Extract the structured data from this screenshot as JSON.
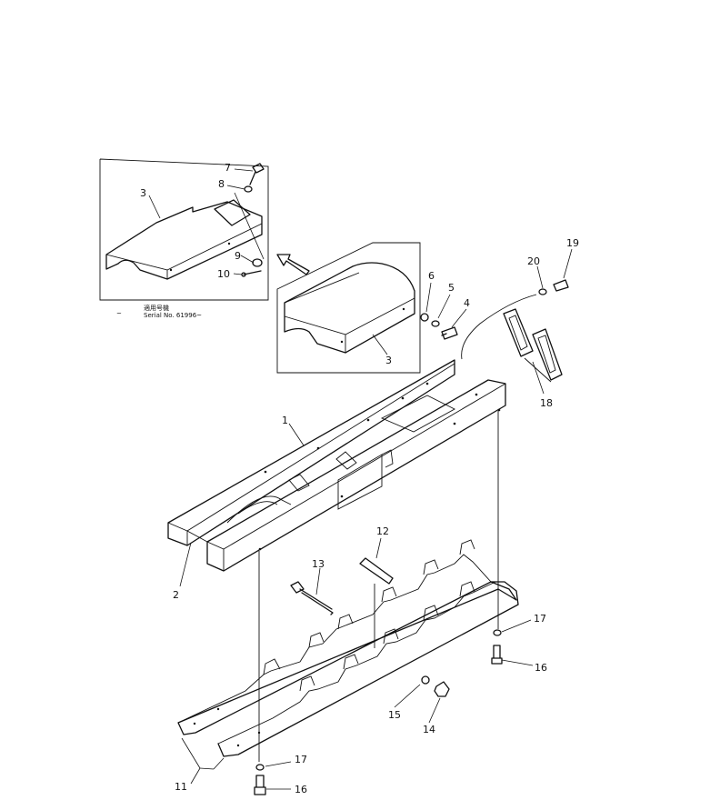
{
  "inset_note": {
    "line1": "適用号機",
    "line2": "Serial No. 61996~"
  },
  "callouts": [
    {
      "id": "c1",
      "text": "1"
    },
    {
      "id": "c2",
      "text": "2"
    },
    {
      "id": "c3a",
      "text": "3"
    },
    {
      "id": "c3b",
      "text": "3"
    },
    {
      "id": "c4",
      "text": "4"
    },
    {
      "id": "c5",
      "text": "5"
    },
    {
      "id": "c6",
      "text": "6"
    },
    {
      "id": "c7",
      "text": "7"
    },
    {
      "id": "c8",
      "text": "8"
    },
    {
      "id": "c9",
      "text": "9"
    },
    {
      "id": "c10",
      "text": "10"
    },
    {
      "id": "c11",
      "text": "11"
    },
    {
      "id": "c12",
      "text": "12"
    },
    {
      "id": "c13",
      "text": "13"
    },
    {
      "id": "c14",
      "text": "14"
    },
    {
      "id": "c15",
      "text": "15"
    },
    {
      "id": "c16a",
      "text": "16"
    },
    {
      "id": "c16b",
      "text": "16"
    },
    {
      "id": "c17a",
      "text": "17"
    },
    {
      "id": "c17b",
      "text": "17"
    },
    {
      "id": "c18",
      "text": "18"
    },
    {
      "id": "c19",
      "text": "19"
    },
    {
      "id": "c20",
      "text": "20"
    }
  ]
}
